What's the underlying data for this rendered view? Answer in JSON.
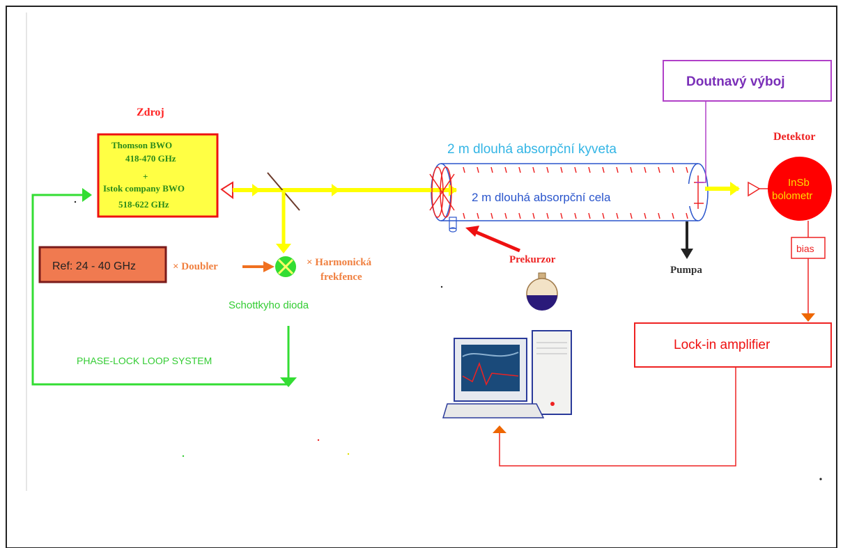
{
  "source": {
    "label": "Zdroj",
    "line1": "Thomson BWO",
    "line2": "418-470 GHz",
    "line3": "+",
    "line4": "Istok company BWO",
    "line5": "518-622 GHz"
  },
  "reference": {
    "label": "Ref: 24 - 40 GHz"
  },
  "multiplier": {
    "doubler": "× Doubler",
    "harmonic_1": "× Harmonická",
    "harmonic_2": "frekfence"
  },
  "mixer": {
    "label": "Schottkyho dioda"
  },
  "pll": {
    "label": "PHASE-LOCK LOOP SYSTEM"
  },
  "cell": {
    "outer_label": "2 m dlouhá absorpční kyveta",
    "inner_label": "2 m dlouhá absorpční cela"
  },
  "precursor": {
    "label": "Prekurzor"
  },
  "pump": {
    "label": "Pumpa"
  },
  "discharge": {
    "label": "Doutnavý výboj"
  },
  "detector": {
    "label": "Detektor",
    "line1": "InSb",
    "line2": "bolometr"
  },
  "bias": {
    "label": "bias"
  },
  "lockin": {
    "label": "Lock-in amplifier"
  },
  "colors": {
    "beam": "#ffff00",
    "pll": "#33dd33",
    "signal": "#ee2222",
    "discharge_border": "#b040c8",
    "discharge_text": "#7a2fb8",
    "cell_outer_text": "#33b5e5",
    "cell_inner_text": "#2a55cc",
    "ref_fill": "#f07a50",
    "doubler_text": "#f08040",
    "source_text": "#2a8a1a"
  },
  "icons": [
    "beam-splitter-icon",
    "mixer-icon",
    "flask-icon",
    "computer-icon",
    "arrow-icon"
  ]
}
